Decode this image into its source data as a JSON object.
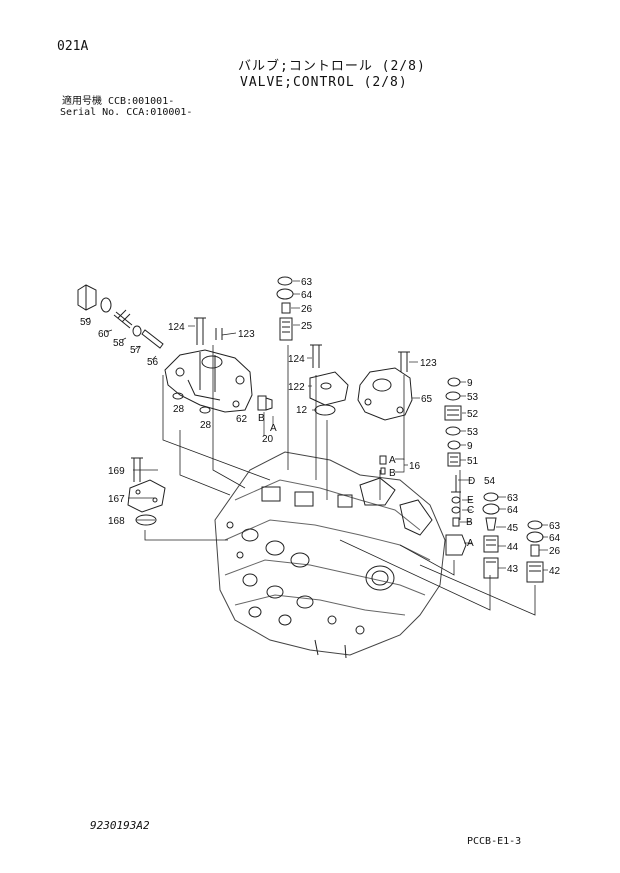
{
  "header": {
    "page_id": "021A",
    "title_jp": "バルブ;コントロール (2/8)",
    "title_en": "VALVE;CONTROL (2/8)",
    "serial_jp": "適用号機 CCB:001001-",
    "serial_en": "Serial No. CCA:010001-"
  },
  "footer": {
    "drawing_no": "9230193A2",
    "sheet_code": "PCCB-E1-3"
  },
  "callouts": {
    "c59": "59",
    "c60": "60",
    "c58": "58",
    "c57": "57",
    "c56": "56",
    "c124a": "124",
    "c123a": "123",
    "c28a": "28",
    "c28b": "28",
    "c62": "62",
    "cB1": "B",
    "cA1": "A",
    "c20": "20",
    "c63a": "63",
    "c64a": "64",
    "c26a": "26",
    "c25": "25",
    "c124b": "124",
    "c123b": "123",
    "c122": "122",
    "c65": "65",
    "c12": "12",
    "c9a": "9",
    "c53a": "53",
    "c52": "52",
    "c53b": "53",
    "c9b": "9",
    "c51": "51",
    "cA2": "A",
    "cB2": "B",
    "c16": "16",
    "cD": "D",
    "c54": "54",
    "cE": "E",
    "c63b": "63",
    "cC": "C",
    "c64b": "64",
    "cB3": "B",
    "c45": "45",
    "cA3": "A",
    "c44": "44",
    "c43": "43",
    "c63c": "63",
    "c64c": "64",
    "c26b": "26",
    "c42": "42",
    "c169": "169",
    "c167": "167",
    "c168": "168"
  }
}
